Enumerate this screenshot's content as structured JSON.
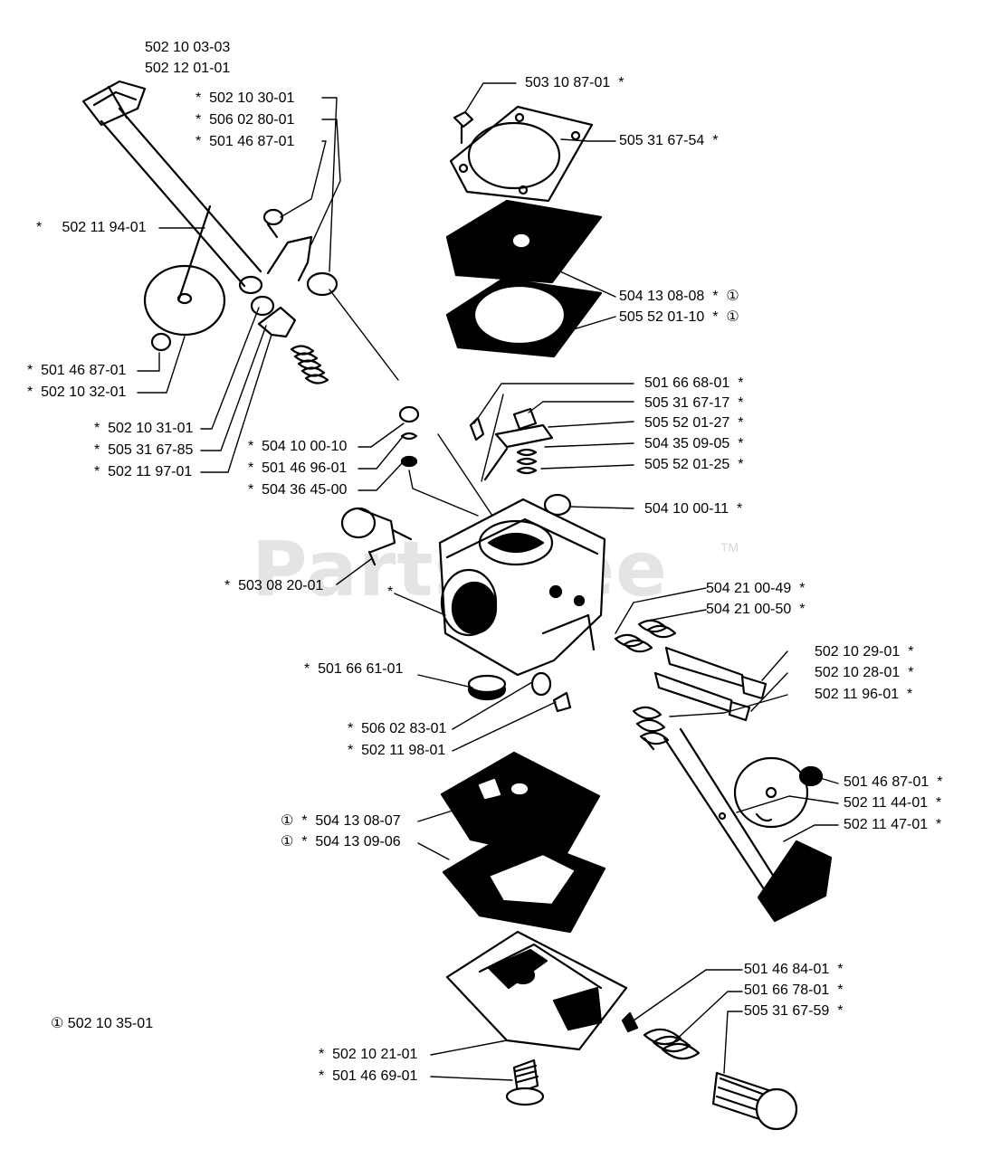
{
  "watermark": {
    "brand": "PartsTree",
    "trademark": "TM"
  },
  "header_numbers": [
    "502 10 03-03",
    "502 12 01-01"
  ],
  "footnote": "① 502 10 35-01",
  "labels": [
    {
      "id": "l1",
      "text": "503 10 87-01",
      "star": "*",
      "prefix": ""
    },
    {
      "id": "l2",
      "text": "505 31 67-54",
      "star": "*",
      "prefix": ""
    },
    {
      "id": "l3",
      "text": "504 13 08-08",
      "star": "*",
      "suffix": "①"
    },
    {
      "id": "l4",
      "text": "505 52 01-10",
      "star": "*",
      "suffix": "①"
    },
    {
      "id": "l5",
      "text": "502 10 30-01",
      "star": "*"
    },
    {
      "id": "l6",
      "text": "506 02 80-01",
      "star": "*"
    },
    {
      "id": "l7",
      "text": "501 46 87-01",
      "star": "*"
    },
    {
      "id": "l8",
      "text": "502 11 94-01",
      "star": "*"
    },
    {
      "id": "l9",
      "text": "501 46 87-01",
      "star": "*"
    },
    {
      "id": "l10",
      "text": "502 10 32-01",
      "star": "*"
    },
    {
      "id": "l11",
      "text": "502 10 31-01",
      "star": "*"
    },
    {
      "id": "l12",
      "text": "505 31 67-85",
      "star": "*"
    },
    {
      "id": "l13",
      "text": "502 11 97-01",
      "star": "*"
    },
    {
      "id": "l14",
      "text": "504 10 00-10",
      "star": "*"
    },
    {
      "id": "l15",
      "text": "501 46 96-01",
      "star": "*"
    },
    {
      "id": "l16",
      "text": "504 36 45-00",
      "star": "*"
    },
    {
      "id": "l17",
      "text": "501 66 68-01",
      "star": "*"
    },
    {
      "id": "l18",
      "text": "505 31 67-17",
      "star": "*"
    },
    {
      "id": "l19",
      "text": "505 52 01-27",
      "star": "*"
    },
    {
      "id": "l20",
      "text": "504 35 09-05",
      "star": "*"
    },
    {
      "id": "l21",
      "text": "505 52 01-25",
      "star": "*"
    },
    {
      "id": "l22",
      "text": "504 10 00-11",
      "star": "*"
    },
    {
      "id": "l23",
      "text": "503 08 20-01",
      "star": "*"
    },
    {
      "id": "l24",
      "text": "504 21 00-49",
      "star": "*"
    },
    {
      "id": "l25",
      "text": "504 21 00-50",
      "star": "*"
    },
    {
      "id": "l26",
      "text": "502 10 29-01",
      "star": "*"
    },
    {
      "id": "l27",
      "text": "502 10 28-01",
      "star": "*"
    },
    {
      "id": "l28",
      "text": "502 11 96-01",
      "star": "*"
    },
    {
      "id": "l29",
      "text": "501 66 61-01",
      "star": "*"
    },
    {
      "id": "l30",
      "text": "506 02 83-01",
      "star": "*"
    },
    {
      "id": "l31",
      "text": "502 11 98-01",
      "star": "*"
    },
    {
      "id": "l32",
      "text": "501 46 87-01",
      "star": "*"
    },
    {
      "id": "l33",
      "text": "502 11 44-01",
      "star": "*"
    },
    {
      "id": "l34",
      "text": "502 11 47-01",
      "star": "*"
    },
    {
      "id": "l35",
      "text": "504 13 08-07",
      "star": "*",
      "prefix": "①"
    },
    {
      "id": "l36",
      "text": "504 13 09-06",
      "star": "*",
      "prefix": "①"
    },
    {
      "id": "l37",
      "text": "501 46 84-01",
      "star": "*"
    },
    {
      "id": "l38",
      "text": "501 66 78-01",
      "star": "*"
    },
    {
      "id": "l39",
      "text": "505 31 67-59",
      "star": "*"
    },
    {
      "id": "l40",
      "text": "502 10 21-01",
      "star": "*"
    },
    {
      "id": "l41",
      "text": "501 46 69-01",
      "star": "*"
    },
    {
      "id": "l42",
      "text": "",
      "star": "*"
    },
    {
      "id": "l43",
      "text": "",
      "star": "*"
    }
  ]
}
